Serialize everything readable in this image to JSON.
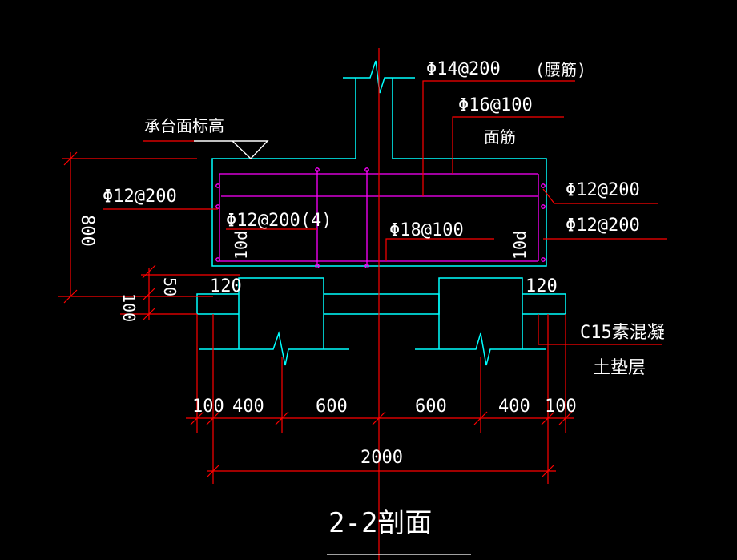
{
  "drawing": {
    "title": "2-2剖面",
    "labels": {
      "cap_top_elevation": "承台面标高",
      "waist_rebar": "Φ14@200",
      "waist_rebar_note": "(腰筋)",
      "top_rebar": "Φ16@100",
      "top_rebar_note": "面筋",
      "side_rebar_left": "Φ12@200",
      "stirrup": "Φ12@200(4)",
      "bottom_rebar": "Φ18@100",
      "side_rebar_right_1": "Φ12@200",
      "side_rebar_right_2": "Φ12@200",
      "anchor_left": "10d",
      "anchor_right": "10d",
      "cushion_1": "C15素混凝",
      "cushion_2": "土垫层"
    },
    "dimensions": {
      "height": "800",
      "step_50": "50",
      "cushion_100": "100",
      "cover_left": "120",
      "cover_right": "120",
      "bottom_segments": [
        "100",
        "400",
        "600",
        "600",
        "400",
        "100"
      ],
      "total_width": "2000"
    },
    "colors": {
      "background": "#000000",
      "outline": "#00ffff",
      "rebar": "#ff00ff",
      "dimension": "#ff0000",
      "text": "#ffffff"
    }
  }
}
